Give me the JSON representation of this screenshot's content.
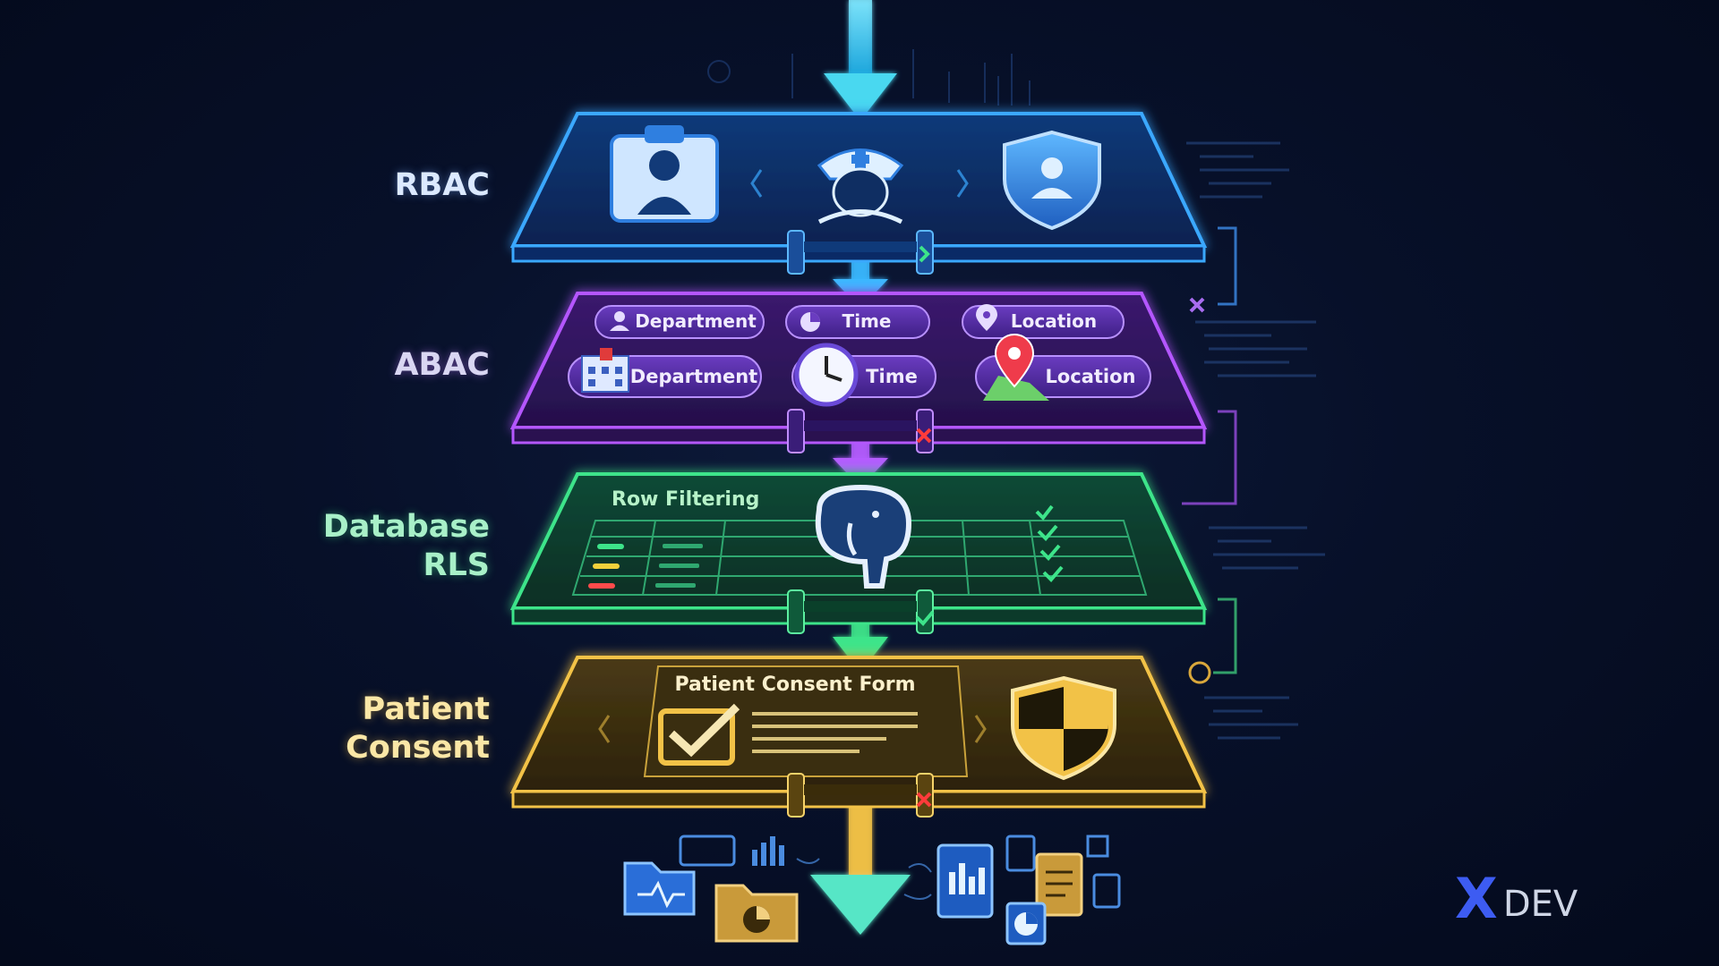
{
  "layers": {
    "rbac": {
      "label": "RBAC"
    },
    "abac": {
      "label": "ABAC",
      "tags_top": [
        "Department",
        "Time",
        "Location"
      ],
      "tags_bottom": [
        "Department",
        "Time",
        "Location"
      ]
    },
    "rls": {
      "label_line1": "Database",
      "label_line2": "RLS",
      "panel_title": "Row Filtering"
    },
    "consent": {
      "label_line1": "Patient",
      "label_line2": "Consent",
      "form_title": "Patient Consent Form"
    }
  },
  "logo": {
    "mark": "X",
    "text": "DEV"
  },
  "colors": {
    "rbac": "#3aa8ff",
    "abac": "#b457ff",
    "rls": "#3de48a",
    "consent": "#f2c247",
    "flow_arrow": "#4ad8f0",
    "deny": "#ff3b3b"
  },
  "icons": [
    "clipboard-doctor-icon",
    "nurse-icon",
    "user-shield-icon",
    "person-icon",
    "pie-icon",
    "pin-icon",
    "hospital-icon",
    "clock-icon",
    "map-pin-icon",
    "postgres-elephant-icon",
    "checkbox-icon",
    "shield-icon",
    "folder-icon",
    "chart-doc-icon"
  ]
}
